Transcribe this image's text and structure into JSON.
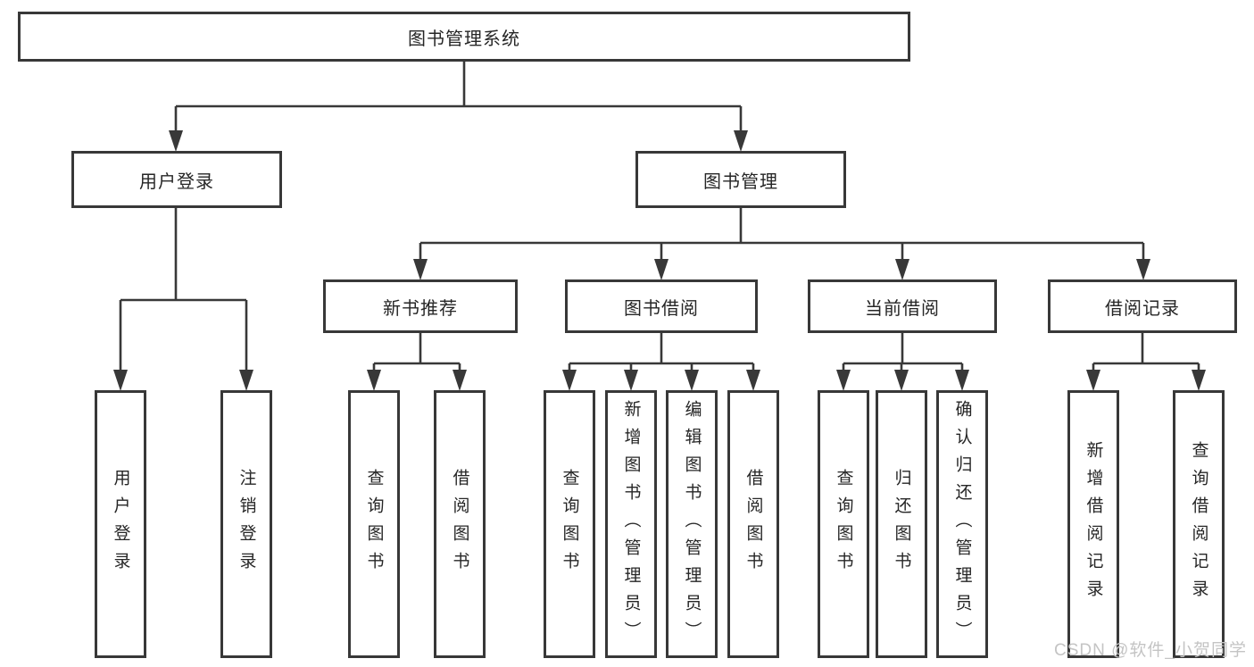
{
  "diagram": {
    "root": {
      "label": "图书管理系统"
    },
    "children": [
      {
        "label": "用户登录",
        "children": [
          "用户登录",
          "注销登录"
        ]
      },
      {
        "label": "图书管理",
        "children": [
          {
            "label": "新书推荐",
            "children": [
              "查询图书",
              "借阅图书"
            ]
          },
          {
            "label": "图书借阅",
            "children": [
              "查询图书",
              "新增图书（管理员）",
              "编辑图书（管理员）",
              "借阅图书"
            ]
          },
          {
            "label": "当前借阅",
            "children": [
              "查询图书",
              "归还图书",
              "确认归还（管理员）"
            ]
          },
          {
            "label": "借阅记录",
            "children": [
              "新增借阅记录",
              "查询借阅记录"
            ]
          }
        ]
      }
    ]
  },
  "watermark": "CSDN @软件_小贺同学",
  "colors": {
    "line": "#383838",
    "text": "#262626",
    "watermark": "#c4c4c4",
    "background": "#ffffff"
  }
}
